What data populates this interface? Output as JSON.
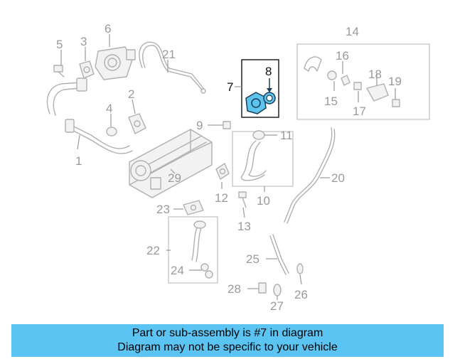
{
  "diagram": {
    "callouts": [
      "1",
      "2",
      "3",
      "4",
      "5",
      "6",
      "7",
      "8",
      "9",
      "10",
      "11",
      "12",
      "13",
      "14",
      "15",
      "16",
      "17",
      "18",
      "19",
      "20",
      "21",
      "22",
      "23",
      "24",
      "25",
      "26",
      "27",
      "28",
      "29"
    ],
    "highlighted_part": "7",
    "colors": {
      "highlight_fill": "#5cc4ee",
      "highlight_stroke": "#1a3d55",
      "part_gray": "#b0b0b0",
      "banner": "#5cc4f2"
    }
  },
  "banner": {
    "line1": "Part or sub-assembly is #7 in diagram",
    "line2": "Diagram may not be specific to your vehicle"
  }
}
